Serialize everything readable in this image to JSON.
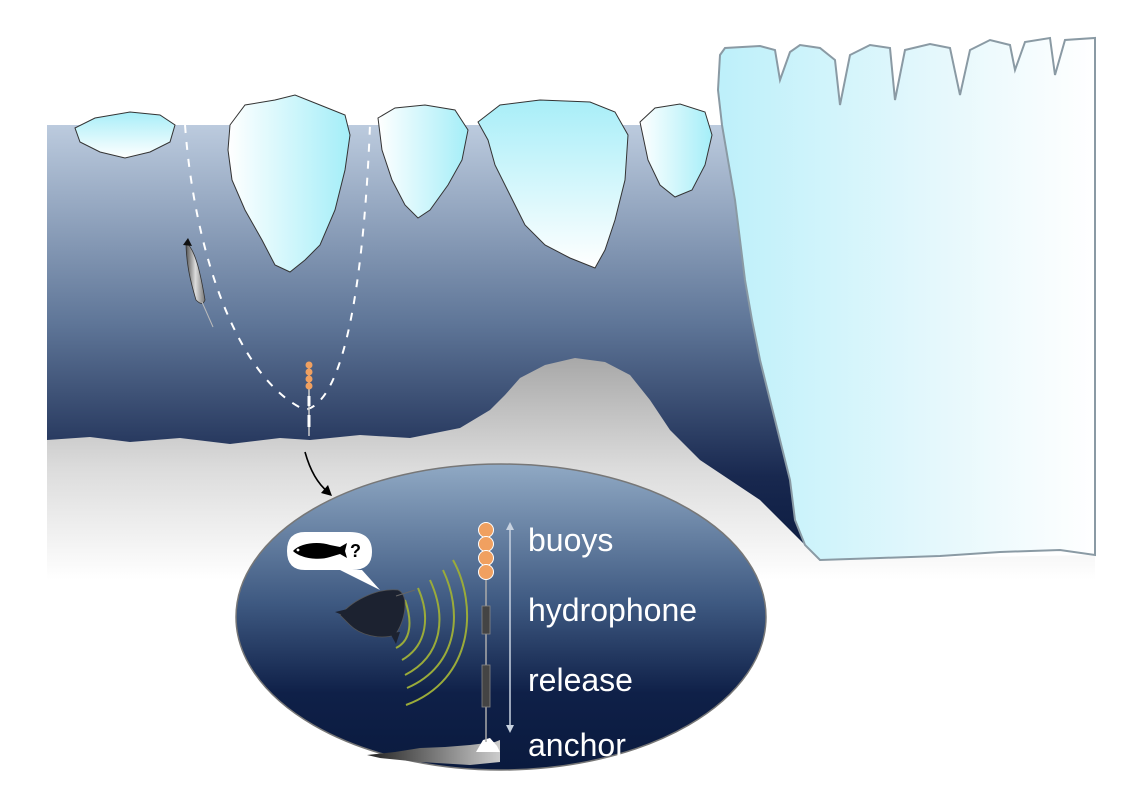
{
  "labels": {
    "buoys": "buoys",
    "hydrophone": "hydrophone",
    "release": "release",
    "anchor": "anchor"
  },
  "speech_bubble": {
    "text": "?"
  },
  "colors": {
    "water_top": "#b9c8db",
    "water_bottom": "#0b1a3e",
    "ice": "#a9eef7",
    "buoy": "#f0a060",
    "sound_waves": "#9aab3a",
    "seafloor": "#b4b4b4"
  }
}
